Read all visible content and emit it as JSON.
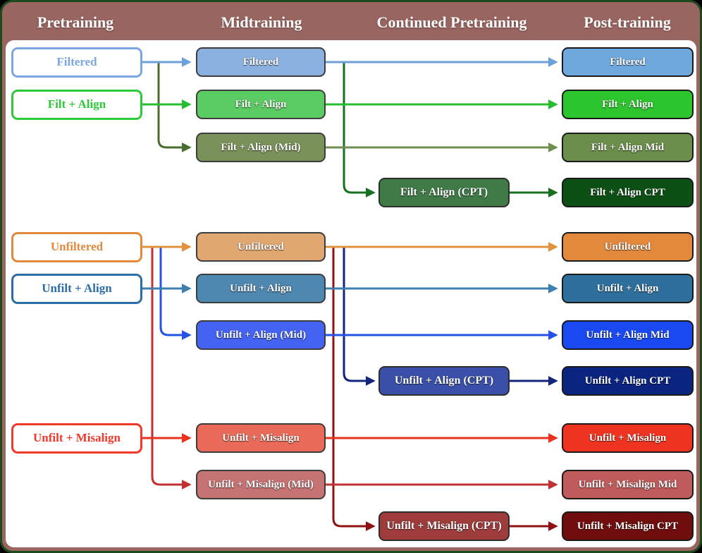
{
  "header": {
    "pretraining": "Pretraining",
    "midtraining": "Midtraining",
    "continued_pretraining": "Continued Pretraining",
    "post_training": "Post-training"
  },
  "nodes": {
    "pre_filtered": "Filtered",
    "pre_filt_align": "Filt + Align",
    "pre_unfiltered": "Unfiltered",
    "pre_unfilt_align": "Unfilt + Align",
    "pre_unfilt_misalign": "Unfilt + Misalign",
    "mid_filtered": "Filtered",
    "mid_filt_align": "Filt + Align",
    "mid_filt_align_mid": "Filt + Align (Mid)",
    "mid_unfiltered": "Unfiltered",
    "mid_unfilt_align": "Unfilt + Align",
    "mid_unfilt_align_mid": "Unfilt + Align (Mid)",
    "mid_unfilt_misalign": "Unfilt + Misalign",
    "mid_unfilt_misalign_mid": "Unfilt + Misalign (Mid)",
    "cpt_filt_align": "Filt + Align (CPT)",
    "cpt_unfilt_align": "Unfilt + Align (CPT)",
    "cpt_unfilt_misalign": "Unfilt + Misalign (CPT)",
    "post_filtered": "Filtered",
    "post_filt_align": "Filt + Align",
    "post_filt_align_mid": "Filt + Align Mid",
    "post_filt_align_cpt": "Filt + Align CPT",
    "post_unfiltered": "Unfiltered",
    "post_unfilt_align": "Unfilt + Align",
    "post_unfilt_align_mid": "Unfilt + Align Mid",
    "post_unfilt_align_cpt": "Unfilt + Align CPT",
    "post_unfilt_misalign": "Unfilt + Misalign",
    "post_unfilt_misalign_mid": "Unfilt + Misalign Mid",
    "post_unfilt_misalign_cpt": "Unfilt + Misalign CPT"
  },
  "edges": [
    {
      "from": "pre_filtered",
      "to": "mid_filtered",
      "color": "#6d9fdc"
    },
    {
      "from": "pre_filtered",
      "to": "mid_filt_align_mid",
      "color": "#486d2d"
    },
    {
      "from": "pre_filt_align",
      "to": "mid_filt_align",
      "color": "#27bd31"
    },
    {
      "from": "mid_filtered",
      "to": "post_filtered",
      "color": "#6d9fdc"
    },
    {
      "from": "mid_filtered",
      "to": "cpt_filt_align",
      "color": "#17701f"
    },
    {
      "from": "mid_filt_align",
      "to": "post_filt_align",
      "color": "#27bd31"
    },
    {
      "from": "mid_filt_align_mid",
      "to": "post_filt_align_mid",
      "color": "#6f8f4f"
    },
    {
      "from": "cpt_filt_align",
      "to": "post_filt_align_cpt",
      "color": "#17701f"
    },
    {
      "from": "pre_unfiltered",
      "to": "mid_unfiltered",
      "color": "#e0923f"
    },
    {
      "from": "pre_unfiltered",
      "to": "mid_unfilt_align_mid",
      "color": "#2553e8"
    },
    {
      "from": "pre_unfiltered",
      "to": "mid_unfilt_misalign_mid",
      "color": "#c03232"
    },
    {
      "from": "pre_unfilt_align",
      "to": "mid_unfilt_align",
      "color": "#3c7fb0"
    },
    {
      "from": "mid_unfiltered",
      "to": "post_unfiltered",
      "color": "#e0923f"
    },
    {
      "from": "mid_unfiltered",
      "to": "cpt_unfilt_align",
      "color": "#14257c"
    },
    {
      "from": "mid_unfiltered",
      "to": "cpt_unfilt_misalign",
      "color": "#8e1212"
    },
    {
      "from": "mid_unfilt_align",
      "to": "post_unfilt_align",
      "color": "#3c7fb0"
    },
    {
      "from": "mid_unfilt_align_mid",
      "to": "post_unfilt_align_mid",
      "color": "#2553e8"
    },
    {
      "from": "cpt_unfilt_align",
      "to": "post_unfilt_align_cpt",
      "color": "#14257c"
    },
    {
      "from": "pre_unfilt_misalign",
      "to": "mid_unfilt_misalign",
      "color": "#e8321e"
    },
    {
      "from": "mid_unfilt_misalign",
      "to": "post_unfilt_misalign",
      "color": "#e8321e"
    },
    {
      "from": "mid_unfilt_misalign_mid",
      "to": "post_unfilt_misalign_mid",
      "color": "#c03232"
    },
    {
      "from": "cpt_unfilt_misalign",
      "to": "post_unfilt_misalign_cpt",
      "color": "#8e1212"
    }
  ],
  "colors": {
    "frame_background": "#996561",
    "frame_outline": "#1d4a1d",
    "canvas_background": "#ffffff",
    "header_text": "#ffffff",
    "filtered_blue": "#6fa8dc",
    "filt_align_green": "#2dc52d",
    "filt_align_mid_olive": "#6b8e4a",
    "filt_align_cpt_darkgreen": "#0d5016",
    "unfiltered_orange": "#e2893e",
    "unfilt_align_steelblue": "#2e6f9e",
    "unfilt_align_mid_blue": "#1a49f2",
    "unfilt_align_cpt_navy": "#0a2480",
    "unfilt_misalign_red": "#ee3420",
    "unfilt_misalign_mid_rose": "#c05b5b",
    "unfilt_misalign_cpt_darkred": "#700e0e"
  }
}
